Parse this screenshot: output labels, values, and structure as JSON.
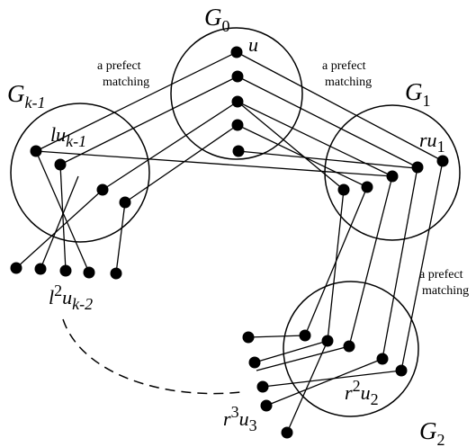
{
  "groups": {
    "g0": {
      "name": "G",
      "sub": "0"
    },
    "g1": {
      "name": "G",
      "sub": "1"
    },
    "gk1": {
      "name": "G",
      "sub": "k-1"
    },
    "g2": {
      "name": "G",
      "sub": "2"
    }
  },
  "vertex_labels": {
    "u": "u",
    "lu_base": "lu",
    "lu_sub": "k-1",
    "ru_base": "ru",
    "ru_sub": "1",
    "l2_base": "l",
    "l2_sup": "2",
    "l2_u": "u",
    "l2_sub": "k-2",
    "r2_base": "r",
    "r2_sup": "2",
    "r2_u": "u",
    "r2_sub": "2",
    "r3_base": "r",
    "r3_sup": "3",
    "r3_u": "u",
    "r3_sub": "3"
  },
  "annotations": {
    "left_line1": "a prefect",
    "left_line2": "matching",
    "right_line1": "a prefect",
    "right_line2": "matching",
    "lower_line1": "a prefect",
    "lower_line2": "matching"
  }
}
